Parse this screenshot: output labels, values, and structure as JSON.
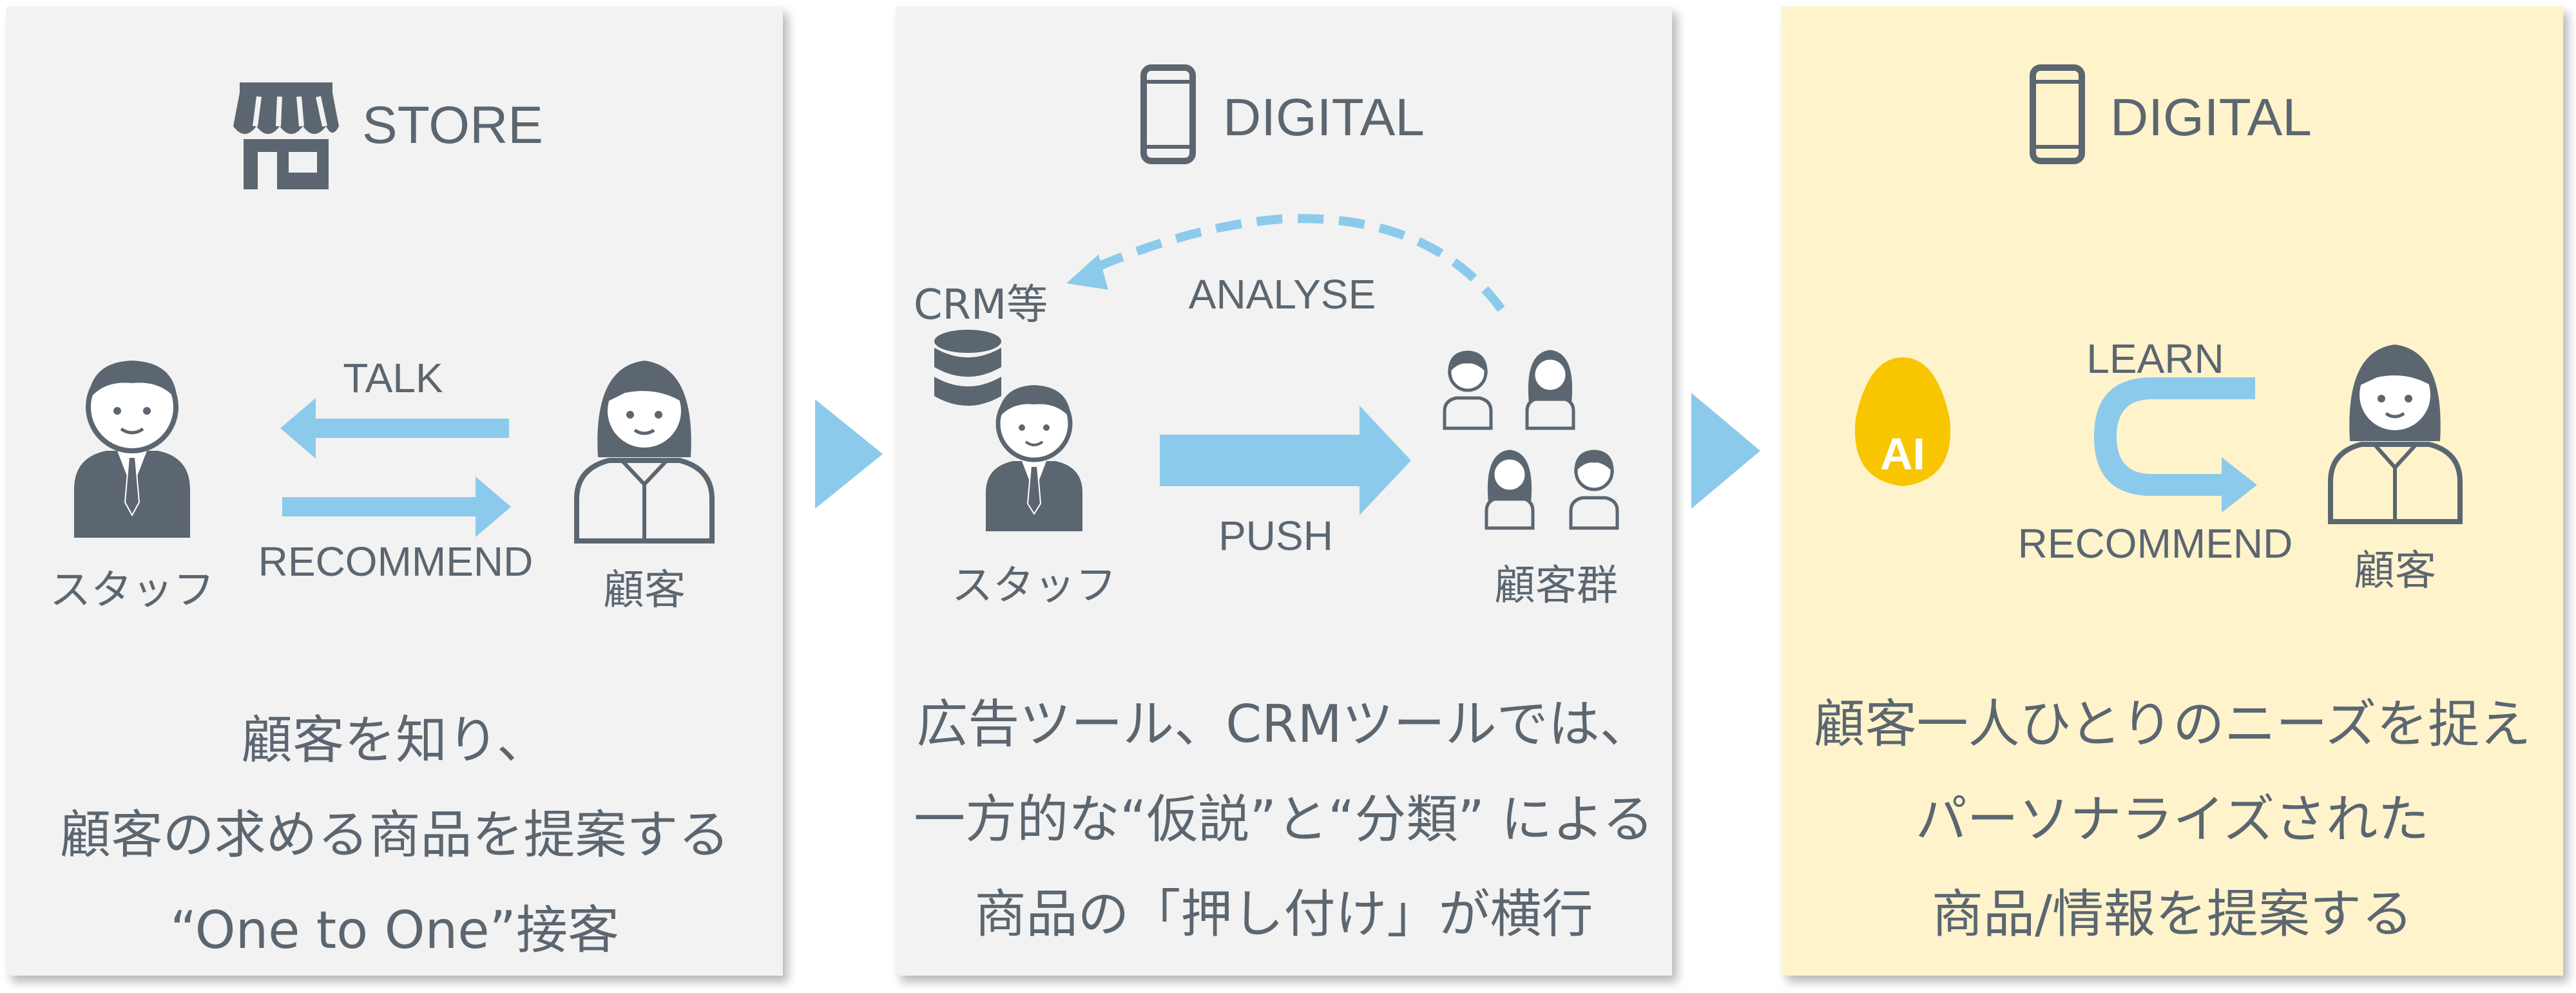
{
  "panels": {
    "store": {
      "heading": "STORE",
      "talk": "TALK",
      "recommend": "RECOMMEND",
      "staff": "スタッフ",
      "customer": "顧客",
      "caption": [
        "顧客を知り、",
        "顧客の求める商品を提案する",
        "“One to One”接客"
      ]
    },
    "digital": {
      "heading": "DIGITAL",
      "crm": "CRM等",
      "analyse": "ANALYSE",
      "push": "PUSH",
      "staff": "スタッフ",
      "customers": "顧客群",
      "caption": [
        "広告ツール、CRMツールでは、",
        "一方的な“仮説”と“分類” による",
        "商品の「押し付け」が横行"
      ]
    },
    "ai": {
      "heading": "DIGITAL",
      "ai_badge": "AI",
      "learn": "LEARN",
      "recommend": "RECOMMEND",
      "customer": "顧客",
      "caption": [
        "顧客一人ひとりのニーズを捉え",
        "パーソナライズされた",
        "商品/情報を提案する"
      ]
    }
  },
  "colors": {
    "panel_gray": "#f2f2f2",
    "panel_yellow": "#fff3cc",
    "icon_slate": "#5b6670",
    "arrow_blue": "#8ccaec",
    "ai_gold": "#f7c600"
  },
  "icons": {
    "store": "storefront-icon",
    "phone": "smartphone-icon",
    "staff": "businessman-icon",
    "customer": "woman-icon",
    "database": "database-icon"
  }
}
